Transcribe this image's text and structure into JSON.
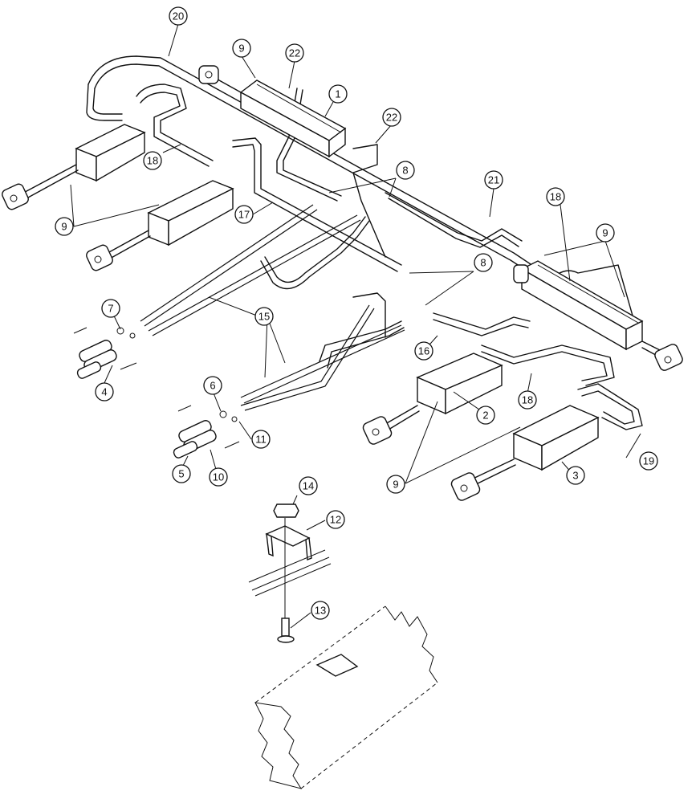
{
  "callouts": [
    {
      "id": "c20",
      "label": "20"
    },
    {
      "id": "c9a",
      "label": "9"
    },
    {
      "id": "c22a",
      "label": "22"
    },
    {
      "id": "c1",
      "label": "1"
    },
    {
      "id": "c22b",
      "label": "22"
    },
    {
      "id": "c18a",
      "label": "18"
    },
    {
      "id": "c8a",
      "label": "8"
    },
    {
      "id": "c21",
      "label": "21"
    },
    {
      "id": "c18b",
      "label": "18"
    },
    {
      "id": "c9b",
      "label": "9"
    },
    {
      "id": "c9c",
      "label": "9"
    },
    {
      "id": "c17",
      "label": "17"
    },
    {
      "id": "c8b",
      "label": "8"
    },
    {
      "id": "c7",
      "label": "7"
    },
    {
      "id": "c15",
      "label": "15"
    },
    {
      "id": "c16",
      "label": "16"
    },
    {
      "id": "c4",
      "label": "4"
    },
    {
      "id": "c6",
      "label": "6"
    },
    {
      "id": "c2",
      "label": "2"
    },
    {
      "id": "c18c",
      "label": "18"
    },
    {
      "id": "c11",
      "label": "11"
    },
    {
      "id": "c19",
      "label": "19"
    },
    {
      "id": "c5",
      "label": "5"
    },
    {
      "id": "c10",
      "label": "10"
    },
    {
      "id": "c9d",
      "label": "9"
    },
    {
      "id": "c3",
      "label": "3"
    },
    {
      "id": "c14",
      "label": "14"
    },
    {
      "id": "c12",
      "label": "12"
    },
    {
      "id": "c13",
      "label": "13"
    }
  ],
  "colors": {
    "ink": "#111111",
    "paper": "#ffffff"
  }
}
